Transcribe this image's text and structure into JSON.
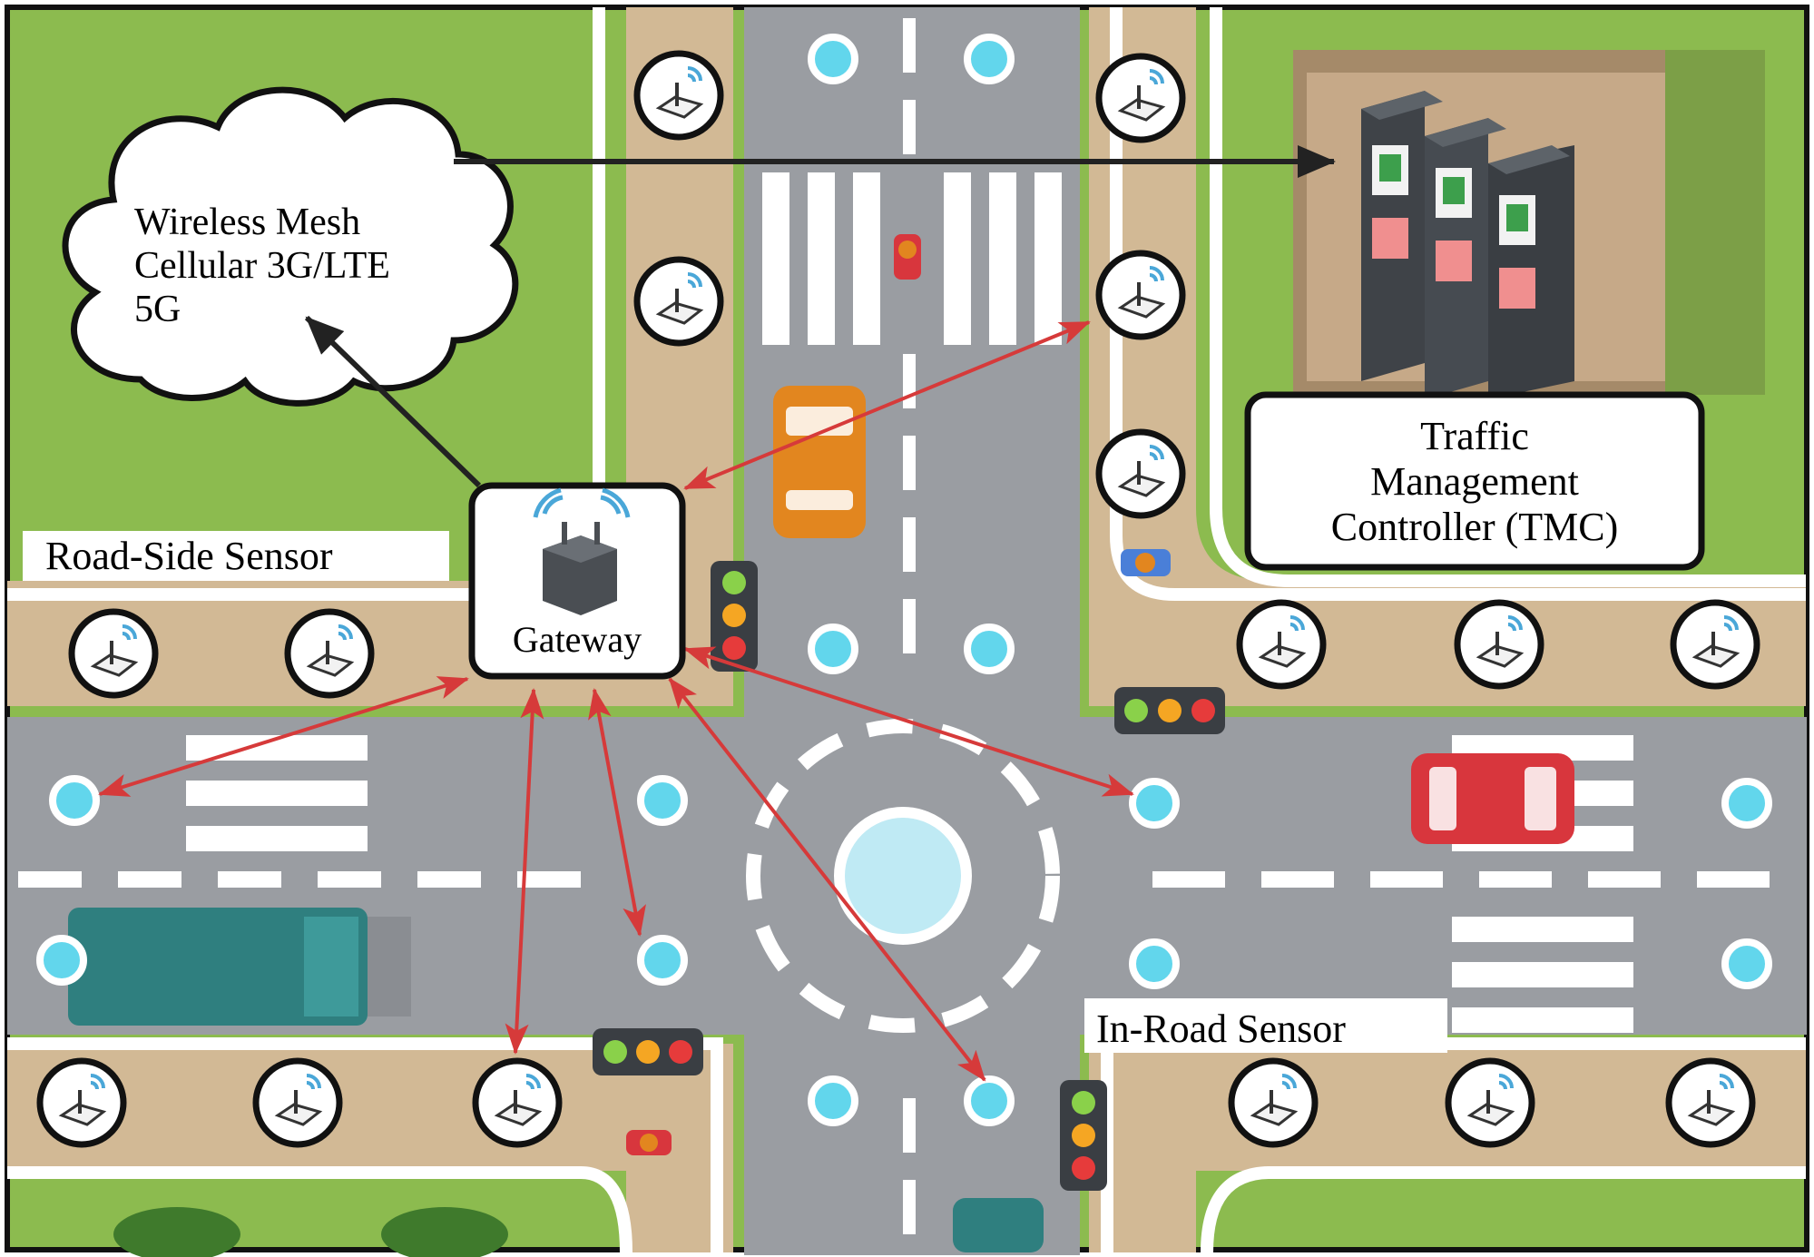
{
  "labels": {
    "cloud_line1": "Wireless Mesh",
    "cloud_line2": "Cellular 3G/LTE",
    "cloud_line3": "5G",
    "roadside": "Road-Side Sensor",
    "gateway": "Gateway",
    "tmc_line1": "Traffic",
    "tmc_line2": "Management",
    "tmc_line3": "Controller (TMC)",
    "inroad": "In-Road Sensor"
  },
  "colors": {
    "grass": "#8cbb4f",
    "road": "#9a9da2",
    "sidewalk": "#d2b995",
    "in_road_sensor": "#62d6ec",
    "link_arrow": "#d63a3a",
    "network_arrow": "#222222",
    "car_orange": "#e2861f",
    "car_red": "#d8363d",
    "bus_teal": "#2f7f7f"
  },
  "icons": {
    "roadside_sensor": "wifi-sensor-icon",
    "gateway": "wireless-router-icon",
    "tmc": "server-rack-icon",
    "traffic_light": "traffic-light-icon"
  }
}
